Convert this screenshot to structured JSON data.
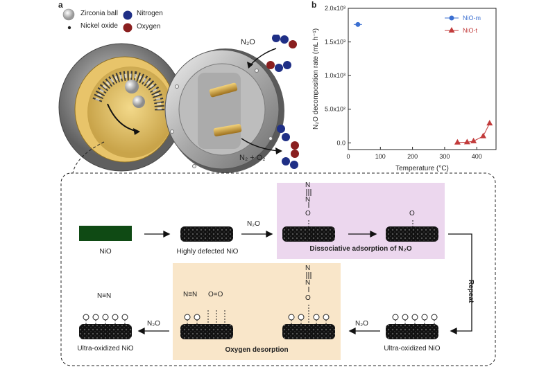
{
  "panel_a": {
    "letter": "a",
    "legend": [
      {
        "name": "Zirconia ball",
        "color": "#cfcfcf"
      },
      {
        "name": "Nitrogen",
        "color": "#1f2f86"
      },
      {
        "name": "Nickel oxide",
        "color": "#222222"
      },
      {
        "name": "Oxygen",
        "color": "#8a1f1f"
      }
    ],
    "gas_in": "N₂O",
    "gas_out": "N₂ + O₂"
  },
  "panel_b": {
    "letter": "b"
  },
  "chart_data": {
    "type": "scatter",
    "xlabel": "Temperature (°C)",
    "ylabel": "N₂O decomposition rate (mL h⁻¹)",
    "xlim": [
      0,
      460
    ],
    "ylim": [
      -100,
      2000
    ],
    "xticks": [
      0,
      100,
      200,
      300,
      400
    ],
    "yticks": [
      0,
      500,
      1000,
      1500,
      2000
    ],
    "ytick_labels": [
      "0.0",
      "5.0x10²",
      "1.0x10³",
      "1.5x10³",
      "2.0x10³"
    ],
    "legend_position": "top-right",
    "series": [
      {
        "name": "NiO-m",
        "color": "#3b6fd1",
        "marker": "circle",
        "points": [
          {
            "x": 30,
            "y": 1760
          }
        ]
      },
      {
        "name": "NiO-t",
        "color": "#c23b3b",
        "marker": "triangle",
        "points": [
          {
            "x": 340,
            "y": 5
          },
          {
            "x": 370,
            "y": 10
          },
          {
            "x": 390,
            "y": 25
          },
          {
            "x": 420,
            "y": 100
          },
          {
            "x": 440,
            "y": 290
          }
        ]
      }
    ]
  },
  "mechanism": {
    "step1_label": "NiO",
    "step2_label": "Highly defected NiO",
    "arrow_n2o_1": "N₂O",
    "box1_label": "Dissociative adsorption of N₂O",
    "repeat_label": "Repeat",
    "ultra_label_right": "Ultra-oxidized NiO",
    "arrow_n2o_2": "N₂O",
    "box2_label": "Oxygen desorption",
    "n2_text": "N≡N",
    "o2_text": "O=O",
    "arrow_n2o_3": "N₂O",
    "ultra_label_left": "Ultra-oxidized NiO",
    "product_n2": "N≡N",
    "chain_n1": "N",
    "chain_n2": "N",
    "chain_o": "O",
    "atom_o": "O"
  },
  "colors": {
    "purple_box": "#ecd7ee",
    "orange_box": "#f9e6c9",
    "nio_green": "#0f4a14"
  }
}
